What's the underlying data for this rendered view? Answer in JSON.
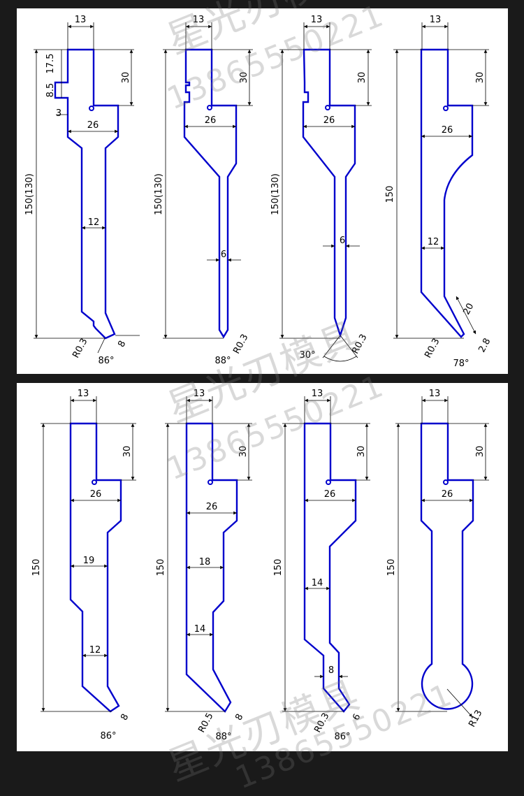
{
  "watermarks": [
    "星光刃模具",
    "13865550221",
    "星光刃模具",
    "13865550221",
    "星光刃模具",
    "13865550221"
  ],
  "tools": [
    {
      "id": "t1",
      "height_label": "150(130)",
      "top_width": "13",
      "top_height": "30",
      "neck": "26",
      "body": "12",
      "tip": "8",
      "angle": "86°",
      "radius": "R0.3",
      "notch_a": "17.5",
      "notch_b": "8.5",
      "notch_c": "3"
    },
    {
      "id": "t2",
      "height_label": "150(130)",
      "top_width": "13",
      "top_height": "30",
      "neck": "26",
      "body": "6",
      "angle": "88°",
      "radius": "R0.3"
    },
    {
      "id": "t3",
      "height_label": "150(130)",
      "top_width": "13",
      "top_height": "30",
      "neck": "26",
      "body": "6",
      "angle": "30°",
      "radius": "R0.3"
    },
    {
      "id": "t4",
      "height_label": "150",
      "top_width": "13",
      "top_height": "30",
      "neck": "26",
      "body": "12",
      "tip_len": "20",
      "tip": "2.8",
      "angle": "78°",
      "radius": "R0.3"
    },
    {
      "id": "t5",
      "height_label": "150",
      "top_width": "13",
      "top_height": "30",
      "neck": "26",
      "body": "19",
      "body2": "12",
      "tip": "8",
      "angle": "86°"
    },
    {
      "id": "t6",
      "height_label": "150",
      "top_width": "13",
      "top_height": "30",
      "neck": "26",
      "body": "18",
      "body2": "14",
      "tip": "8",
      "angle": "88°",
      "radius": "R0.5"
    },
    {
      "id": "t7",
      "height_label": "150",
      "top_width": "13",
      "top_height": "30",
      "neck": "26",
      "body": "14",
      "body2": "8",
      "tip": "6",
      "angle": "86°",
      "radius": "R0.3"
    },
    {
      "id": "t8",
      "height_label": "150",
      "top_width": "13",
      "top_height": "30",
      "neck": "26",
      "radius": "R13"
    }
  ]
}
